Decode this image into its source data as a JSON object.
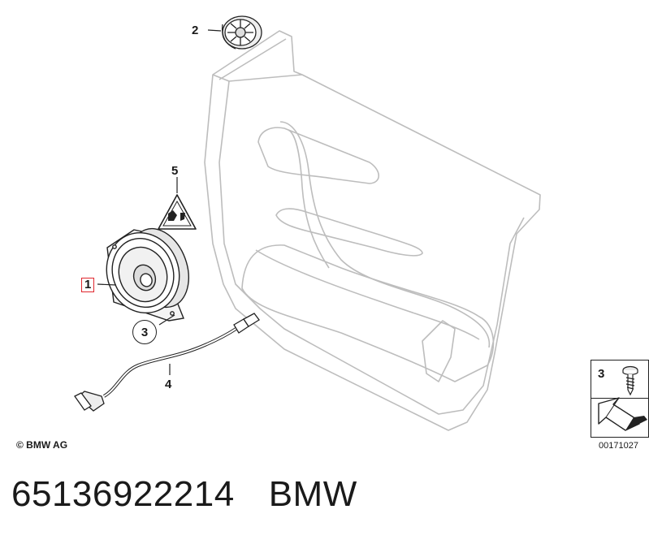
{
  "callouts": {
    "c1": "1",
    "c2": "2",
    "c3": "3",
    "c4": "4",
    "c5": "5"
  },
  "legend": {
    "item_number": "3",
    "icon": "screw-icon",
    "arrow_icon": "direction-arrow-icon"
  },
  "copyright": "© BMW AG",
  "drawing_number": "00171027",
  "footer": {
    "part_number": "65136922214",
    "brand": "BMW"
  },
  "colors": {
    "line": "#222222",
    "door_outline": "#b9b9b9",
    "highlight_box": "#e0262e"
  }
}
